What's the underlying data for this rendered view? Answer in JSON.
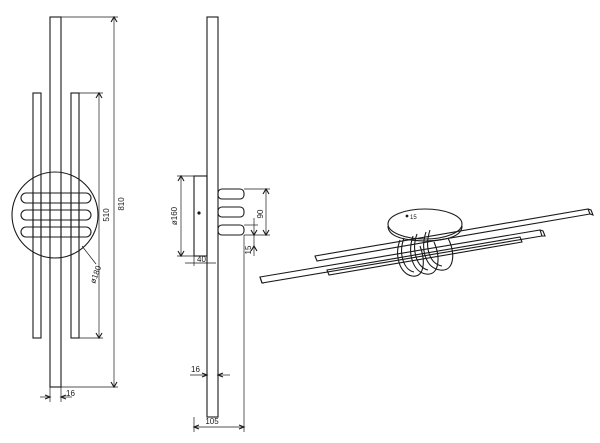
{
  "front_view": {
    "width_label": "16",
    "height_label": "810",
    "inner_height_label": "510",
    "diameter_label": "ø180"
  },
  "side_view": {
    "diameter_label": "ø160",
    "depth_label": "40",
    "spacing_label": "90",
    "bar_offset_label": "15",
    "bar_width_label": "16",
    "total_depth_label": "105"
  },
  "perspective_view": {
    "mark_label": "15"
  }
}
